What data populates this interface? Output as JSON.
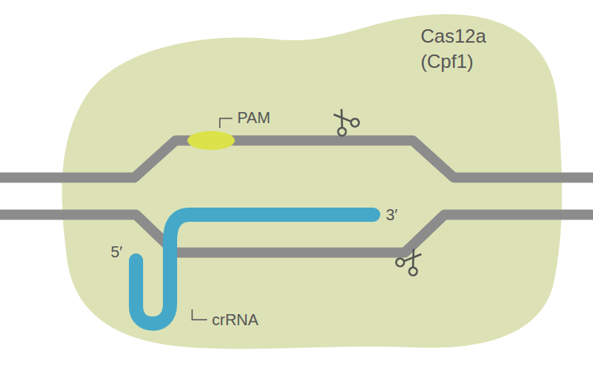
{
  "diagram": {
    "labels": [
      "Cas12a (Cpf1)",
      "PAM",
      "5′",
      "3′",
      "crRNA"
    ]
  }
}
